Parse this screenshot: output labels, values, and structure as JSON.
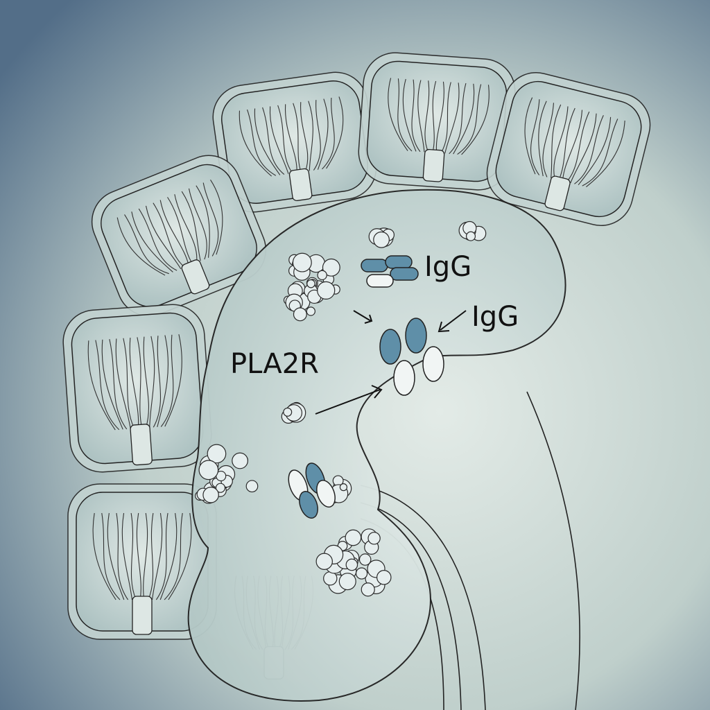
{
  "labels": {
    "igg_top": "IgG",
    "igg_right": "IgG",
    "pla2r": "PLA2R"
  },
  "colors": {
    "background_light": "#d9e4df",
    "background_dark": "#4f6a86",
    "membrane_fill": "#c9d9d7",
    "outline": "#222222",
    "antibody_blue": "#5f8fa8",
    "antigen_white": "#f1f5f4"
  }
}
